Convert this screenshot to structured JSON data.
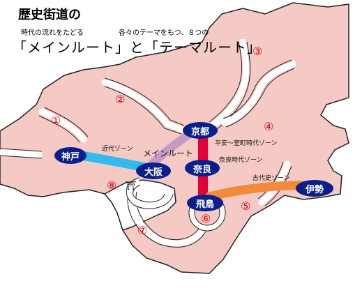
{
  "title": "歴史街道の",
  "subtitle_left": "時代の流れをたどる",
  "subtitle_right": "各々のテーマをもつ、８つの",
  "routes_line": "「メインルート」と「テーマルート」",
  "main_route_label": "メインルート",
  "zones": {
    "modern": "近代ゾーン",
    "heian_muromachi": "平安～室町時代ゾーン",
    "nara": "奈良時代ゾーン",
    "ancient": "古代史ゾーン"
  },
  "cities": {
    "kobe": "神戸",
    "osaka": "大阪",
    "kyoto": "京都",
    "nara": "奈良",
    "asuka": "飛鳥",
    "ise": "伊勢"
  },
  "theme_routes": [
    "①",
    "②",
    "③",
    "④",
    "⑤",
    "⑥",
    "⑦",
    "⑧"
  ],
  "colors": {
    "land": "#f5c9c4",
    "outline": "#222222",
    "route_kobe_osaka": "#33bbee",
    "route_osaka_kyoto": "#c69ac2",
    "route_kyoto_nara": "#e3003a",
    "route_asuka_ise": "#f28a3c",
    "city_badge": "#0b1f8c"
  }
}
